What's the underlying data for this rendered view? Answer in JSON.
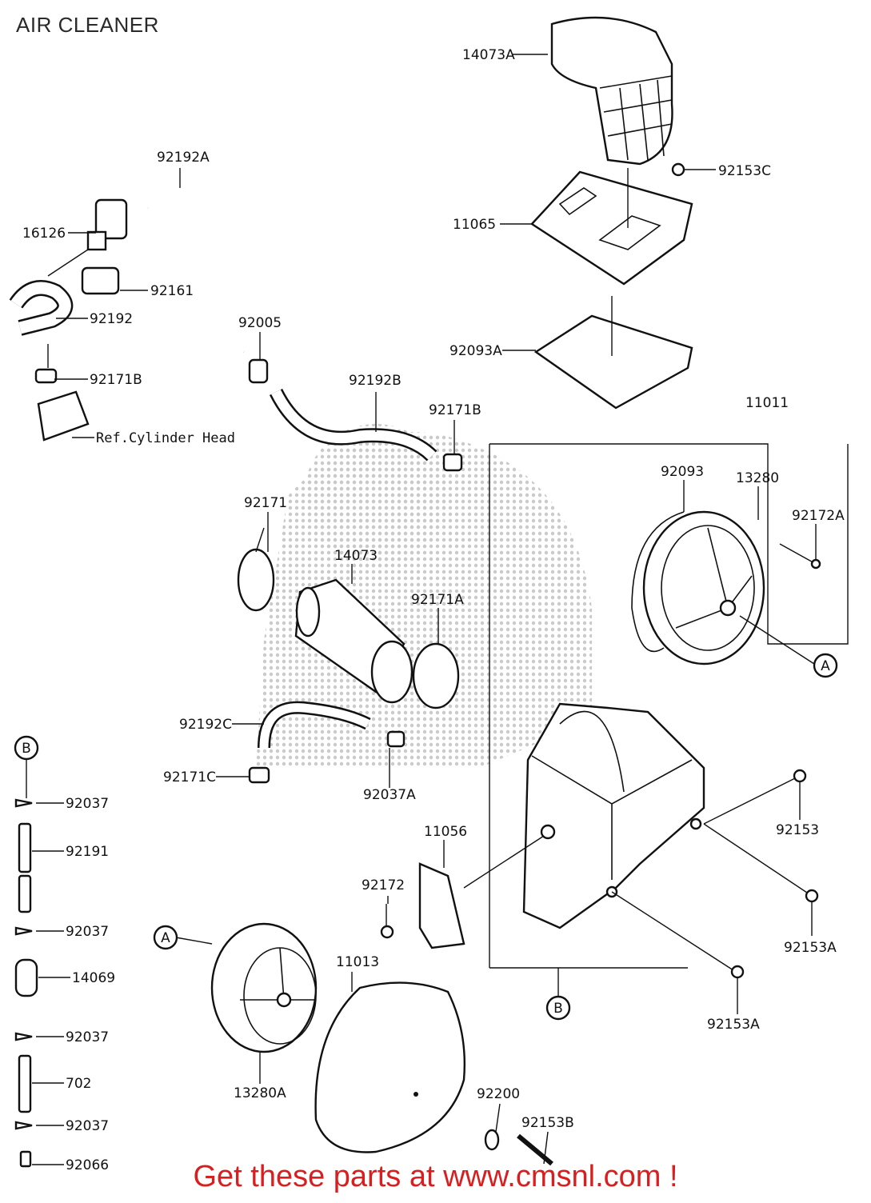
{
  "title": "AIR CLEANER",
  "banner": "Get these parts at www.cmsnl.com !",
  "labels": {
    "p14073A": "14073A",
    "p92153C": "92153C",
    "p11065": "11065",
    "p92093A": "92093A",
    "p92192A": "92192A",
    "p16126": "16126",
    "p92161": "92161",
    "p92192": "92192",
    "p92005": "92005",
    "p92171B_top": "92171B",
    "p92192B": "92192B",
    "p92171B": "92171B",
    "p11011": "11011",
    "p92093": "92093",
    "p13280": "13280",
    "p92172A": "92172A",
    "p92171": "92171",
    "p14073": "14073",
    "p92171A": "92171A",
    "p92192C": "92192C",
    "p92171C": "92171C",
    "p92037A": "92037A",
    "p92153": "92153",
    "p11056": "11056",
    "p92172": "92172",
    "p92153A_1": "92153A",
    "p92153A_2": "92153A",
    "p11013": "11013",
    "p13280A": "13280A",
    "p92200": "92200",
    "p92153B": "92153B",
    "p92037_1": "92037",
    "p92191": "92191",
    "p92037_2": "92037",
    "p14069": "14069",
    "p92037_3": "92037",
    "p702": "702",
    "p92037_4": "92037",
    "p92066": "92066",
    "ref_cyl": "Ref.Cylinder Head",
    "circ_A1": "A",
    "circ_A2": "A",
    "circ_B1": "B",
    "circ_B2": "B"
  }
}
